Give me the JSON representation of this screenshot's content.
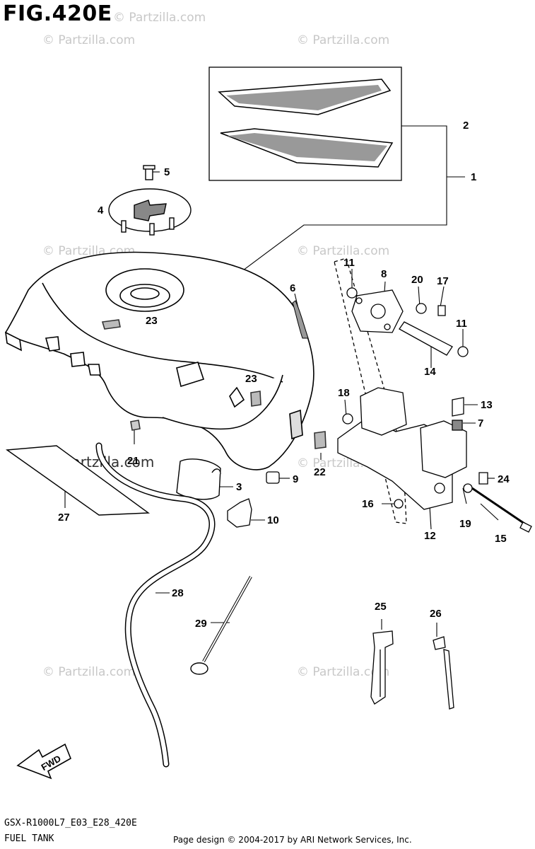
{
  "figure": {
    "title": "FIG.420E",
    "code": "GSX-R1000L7_E03_E28_420E",
    "name": "FUEL TANK",
    "credit": "Page design © 2004-2017 by ARI Network Services, Inc."
  },
  "watermark": "© Partzilla.com",
  "fwd_label": "FWD",
  "callouts": {
    "p1": "1",
    "p2": "2",
    "p3": "3",
    "p4": "4",
    "p5": "5",
    "p6": "6",
    "p7": "7",
    "p8": "8",
    "p9": "9",
    "p10": "10",
    "p11a": "11",
    "p11b": "11",
    "p12": "12",
    "p13": "13",
    "p14": "14",
    "p15": "15",
    "p16": "16",
    "p17": "17",
    "p18": "18",
    "p19": "19",
    "p20": "20",
    "p21": "21",
    "p22": "22",
    "p23a": "23",
    "p23b": "23",
    "p24": "24",
    "p25": "25",
    "p26": "26",
    "p27": "27",
    "p28": "28",
    "p29": "29"
  }
}
